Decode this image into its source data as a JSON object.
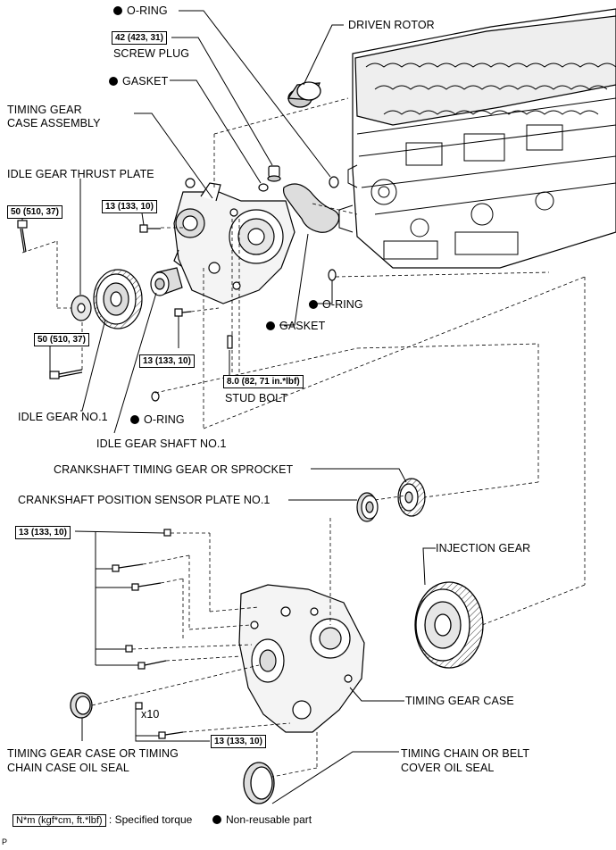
{
  "callouts": {
    "o_ring_top": "O-RING",
    "driven_rotor": "DRIVEN ROTOR",
    "screw_plug": "SCREW PLUG",
    "gasket_top": "GASKET",
    "timing_gear_case_assembly_1": "TIMING GEAR",
    "timing_gear_case_assembly_2": "CASE ASSEMBLY",
    "idle_gear_thrust_plate": "IDLE GEAR THRUST PLATE",
    "o_ring_mid": "O-RING",
    "gasket_mid": "GASKET",
    "stud_bolt": "STUD BOLT",
    "o_ring_low": "O-RING",
    "idle_gear_no1": "IDLE GEAR NO.1",
    "idle_gear_shaft_no1": "IDLE GEAR SHAFT NO.1",
    "crankshaft_timing_gear": "CRANKSHAFT TIMING GEAR OR SPROCKET",
    "crankshaft_position_sensor_plate": "CRANKSHAFT POSITION SENSOR PLATE NO.1",
    "injection_gear": "INJECTION GEAR",
    "timing_gear_case": "TIMING GEAR CASE",
    "tgc_oil_seal_1": "TIMING GEAR CASE OR TIMING",
    "tgc_oil_seal_2": "CHAIN CASE OIL SEAL",
    "tcb_cover_oil_seal_1": "TIMING CHAIN OR BELT",
    "tcb_cover_oil_seal_2": "COVER OIL SEAL",
    "x10": "x10"
  },
  "torques": {
    "screw_plug": "42 (423, 31)",
    "upper_left_bolt": "50 (510, 37)",
    "case_bolt_upper": "13 (133, 10)",
    "lower_left_bolt": "50 (510, 37)",
    "case_bolt_mid": "13 (133, 10)",
    "stud_bolt": "8.0 (82, 71 in.*lbf)",
    "cover_bolts_group": "13 (133, 10)",
    "cover_bolts_x10": "13 (133, 10)"
  },
  "legend": {
    "torque_box": "N*m (kgf*cm, ft.*lbf)",
    "torque_text": ": Specified torque",
    "nonreusable_text": "Non-reusable part"
  },
  "page_mark": "P"
}
